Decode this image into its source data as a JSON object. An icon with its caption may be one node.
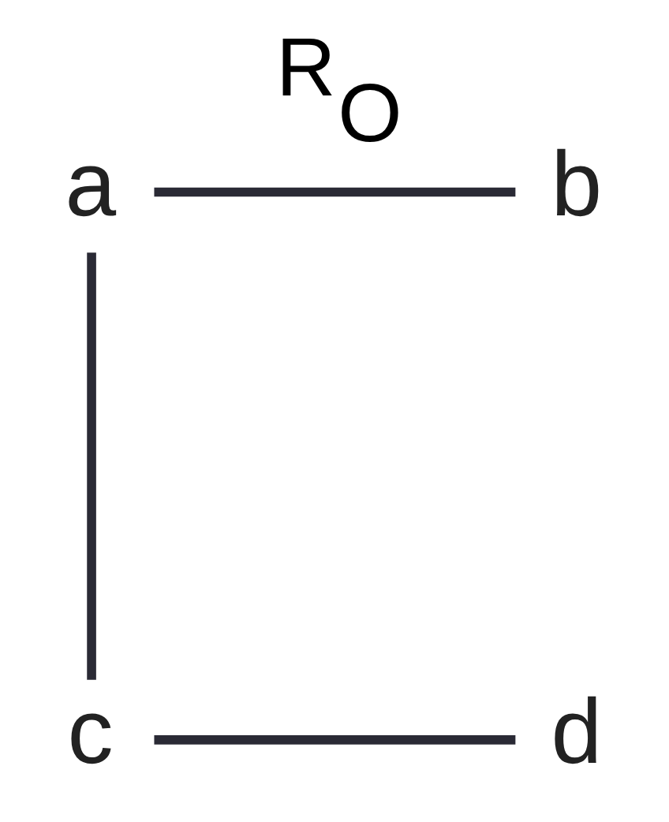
{
  "diagram": {
    "title": "R$_{O}$",
    "nodes": [
      {
        "text": [
          "a"
        ]
      },
      {
        "text": [
          "b"
        ]
      },
      {
        "text": [
          "c"
        ]
      },
      {
        "text": [
          "d"
        ]
      }
    ],
    "edges": [
      {
        "from": 0,
        "to": 1,
        "arrow": "none"
      },
      {
        "from": 0,
        "to": 2,
        "arrow": "none"
      },
      {
        "from": 2,
        "to": 3,
        "arrow": "none"
      }
    ]
  }
}
